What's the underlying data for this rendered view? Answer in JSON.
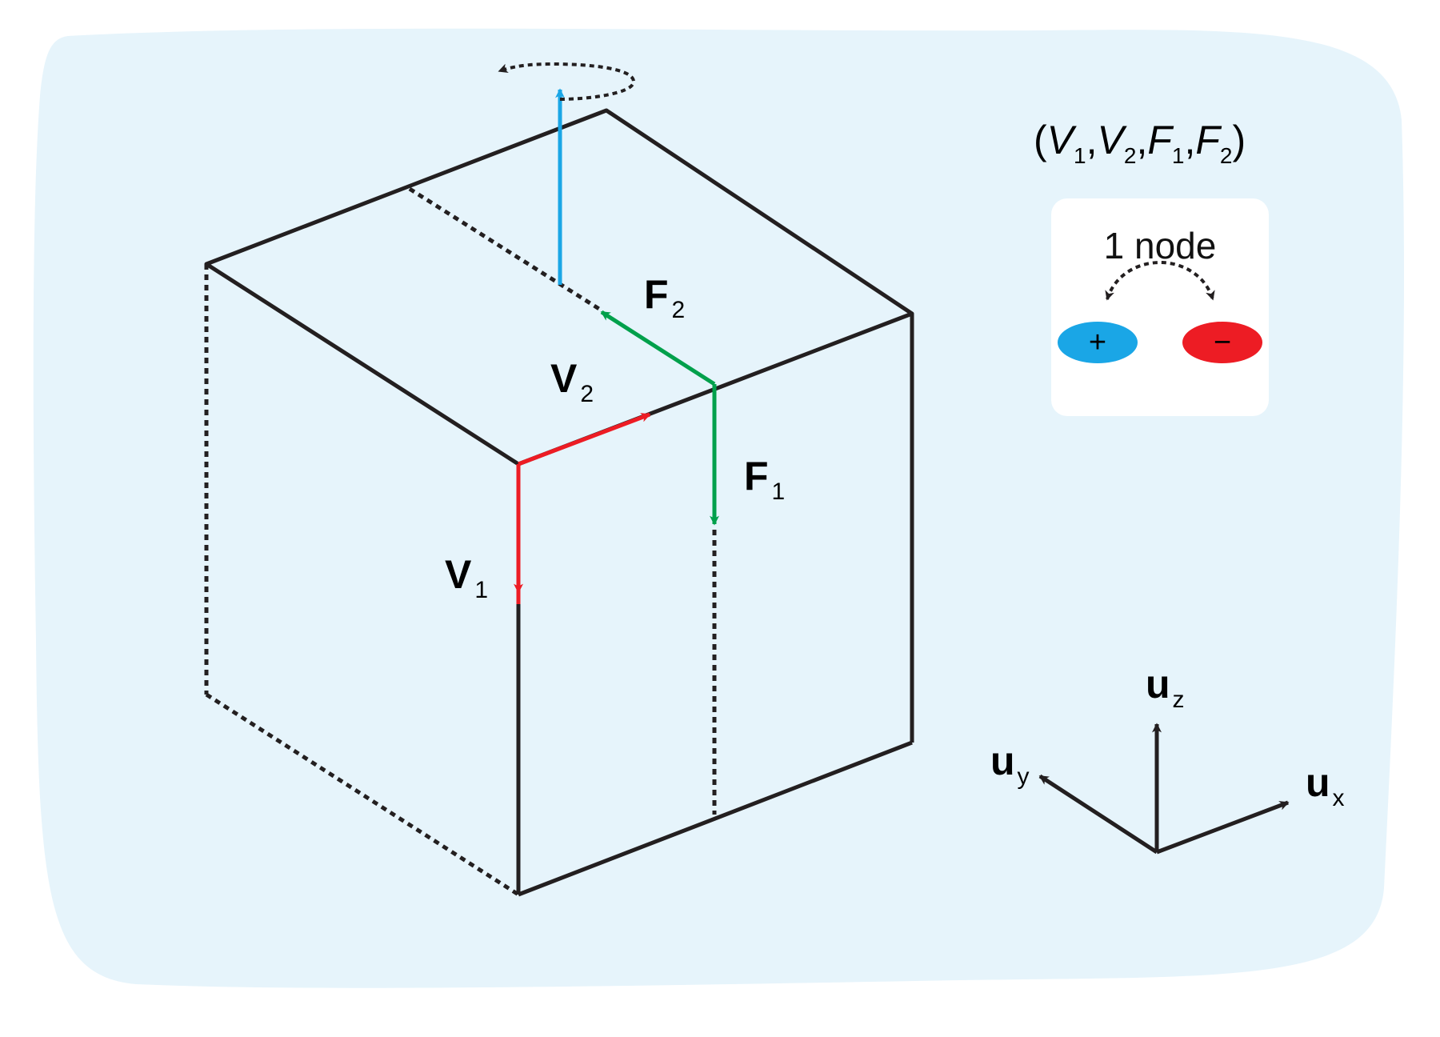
{
  "colors": {
    "background_blob": "#e6f4fb",
    "edge": "#231f20",
    "v_arrow": "#ed1c24",
    "f_arrow": "#00a04b",
    "spin_arrow": "#1aa6e6",
    "plus_node": "#1aa6e6",
    "minus_node": "#ed1c24"
  },
  "tuple": {
    "open": "(",
    "close": ")",
    "sep": ",",
    "v": "V",
    "f": "F",
    "one": "1",
    "two": "2"
  },
  "labels": {
    "V1": {
      "main": "V",
      "sub": "1"
    },
    "V2": {
      "main": "V",
      "sub": "2"
    },
    "F1": {
      "main": "F",
      "sub": "1"
    },
    "F2": {
      "main": "F",
      "sub": "2"
    }
  },
  "node_box": {
    "title": "1 node",
    "plus": "+",
    "minus": "−"
  },
  "axes": {
    "uz": {
      "main": "u",
      "sub": "z"
    },
    "uy": {
      "main": "u",
      "sub": "y"
    },
    "ux": {
      "main": "u",
      "sub": "x"
    }
  }
}
